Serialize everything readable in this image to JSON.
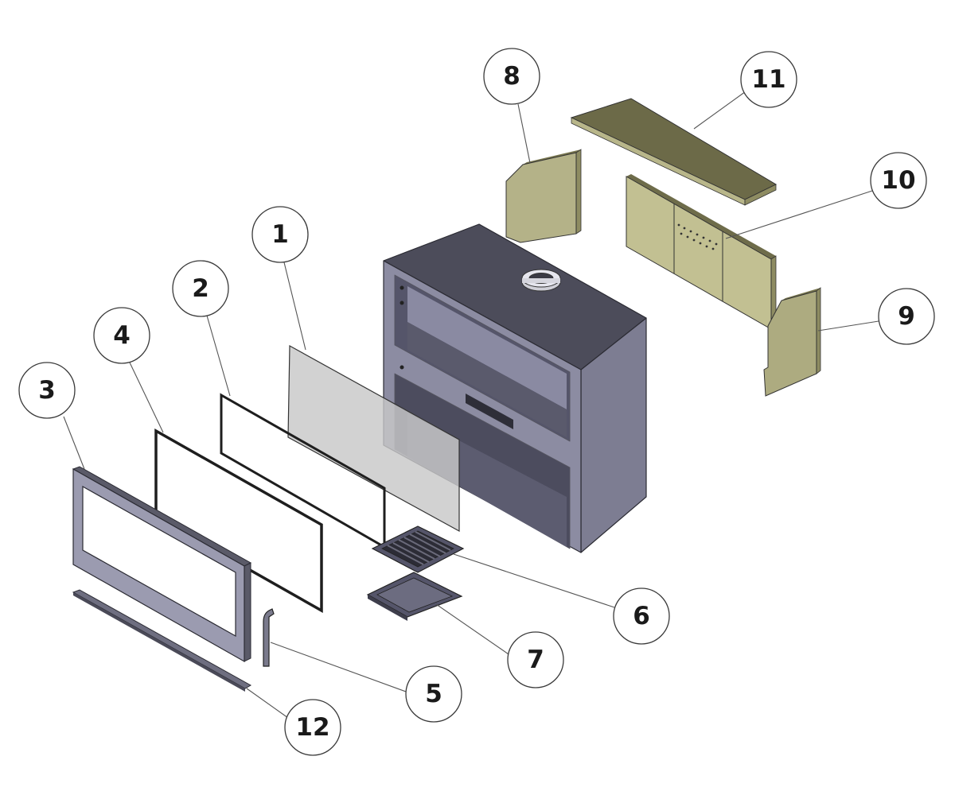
{
  "parts": [
    {
      "id": "part-1",
      "number": "1"
    },
    {
      "id": "part-2",
      "number": "2"
    },
    {
      "id": "part-3",
      "number": "3"
    },
    {
      "id": "part-4",
      "number": "4"
    },
    {
      "id": "part-5",
      "number": "5"
    },
    {
      "id": "part-6",
      "number": "6"
    },
    {
      "id": "part-7",
      "number": "7"
    },
    {
      "id": "part-8",
      "number": "8"
    },
    {
      "id": "part-9",
      "number": "9"
    },
    {
      "id": "part-10",
      "number": "10"
    },
    {
      "id": "part-11",
      "number": "11"
    },
    {
      "id": "part-12",
      "number": "12"
    }
  ],
  "colors": {
    "body_top": "#4a4a58",
    "body_front": "#6b6b7d",
    "body_side": "#7e7e92",
    "body_inner": "#525264",
    "frame": "#8a8a9c",
    "frame_face": "#b8b8c8",
    "brick": "#b8b68a",
    "brick_dark": "#8e8c62",
    "brick_top": "#6e6c4a",
    "glass": "#c8c8c8",
    "tray": "#6a6a78"
  }
}
